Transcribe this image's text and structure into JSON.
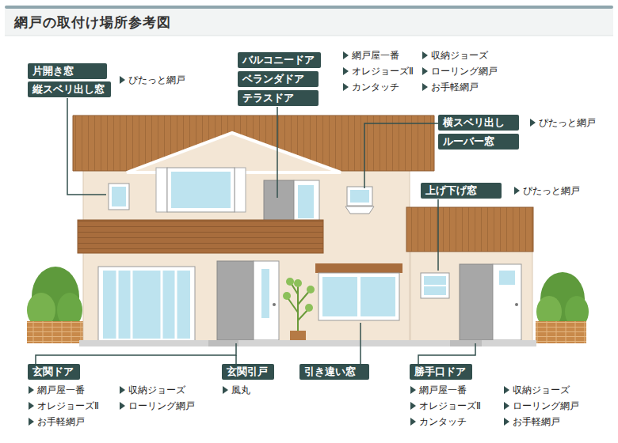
{
  "diagram": {
    "title": "網戸の取付け場所参考図",
    "nodes": [
      {
        "text": [
          "片開き窓"
        ]
      },
      {
        "text": [
          "縦スベリ出し窓"
        ]
      },
      {
        "text": [
          "バルコニードア"
        ]
      },
      {
        "text": [
          "ベランダドア"
        ]
      },
      {
        "text": [
          "テラスドア"
        ]
      },
      {
        "text": [
          "横スベリ出し"
        ]
      },
      {
        "text": [
          "ルーバー窓"
        ]
      },
      {
        "text": [
          "上げ下げ窓"
        ]
      },
      {
        "text": [
          "玄関ドア"
        ]
      },
      {
        "text": [
          "玄関引戸"
        ]
      },
      {
        "text": [
          "引き違い窓"
        ]
      },
      {
        "text": [
          "勝手口ドア"
        ]
      }
    ],
    "labels": [
      "ぴたっと網戸",
      "網戸屋一番",
      "収納ジョーズ",
      "オレジョーズⅡ",
      "ローリング網戸",
      "カンタッチ",
      "お手軽網戸",
      "ぴたっと網戸",
      "ぴたっと網戸",
      "網戸屋一番",
      "収納ジョーズ",
      "オレジョーズⅡ",
      "ローリング網戸",
      "お手軽網戸",
      "風丸",
      "網戸屋一番",
      "収納ジョーズ",
      "オレジョーズⅡ",
      "ローリング網戸",
      "カンタッチ",
      "お手軽網戸"
    ]
  }
}
